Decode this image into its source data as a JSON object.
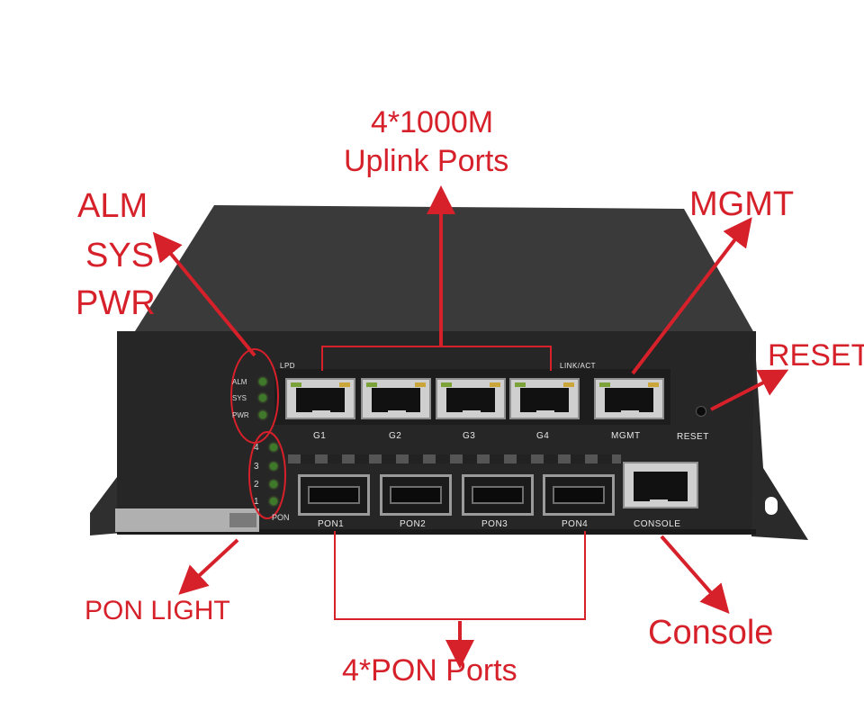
{
  "annotations": {
    "uplink": [
      "4*1000M",
      "Uplink Ports"
    ],
    "status_leds": [
      "ALM",
      "SYS",
      "PWR"
    ],
    "mgmt": "MGMT",
    "reset": "RESET",
    "pon_light": "PON LIGHT",
    "console": "Console",
    "pon_ports": "4*PON Ports"
  },
  "panel": {
    "led_labels": [
      "ALM",
      "SYS",
      "PWR"
    ],
    "pon_led_numbers": [
      "4",
      "3",
      "2",
      "1"
    ],
    "pon_led_label": "PON",
    "lpd_label": "LPD",
    "link_act_label": "LINK/ACT",
    "uplink_ports": [
      "G1",
      "G2",
      "G3",
      "G4"
    ],
    "mgmt_port": "MGMT",
    "reset_label": "RESET",
    "pon_ports": [
      "PON1",
      "PON2",
      "PON3",
      "PON4"
    ],
    "console_port": "CONSOLE"
  },
  "colors": {
    "annotation": "#d6202a",
    "chassis": "#2b2b2b",
    "led": "#4f9a2e"
  },
  "icons": [
    "arrow-icon",
    "highlight-circle-icon",
    "bracket-icon"
  ]
}
